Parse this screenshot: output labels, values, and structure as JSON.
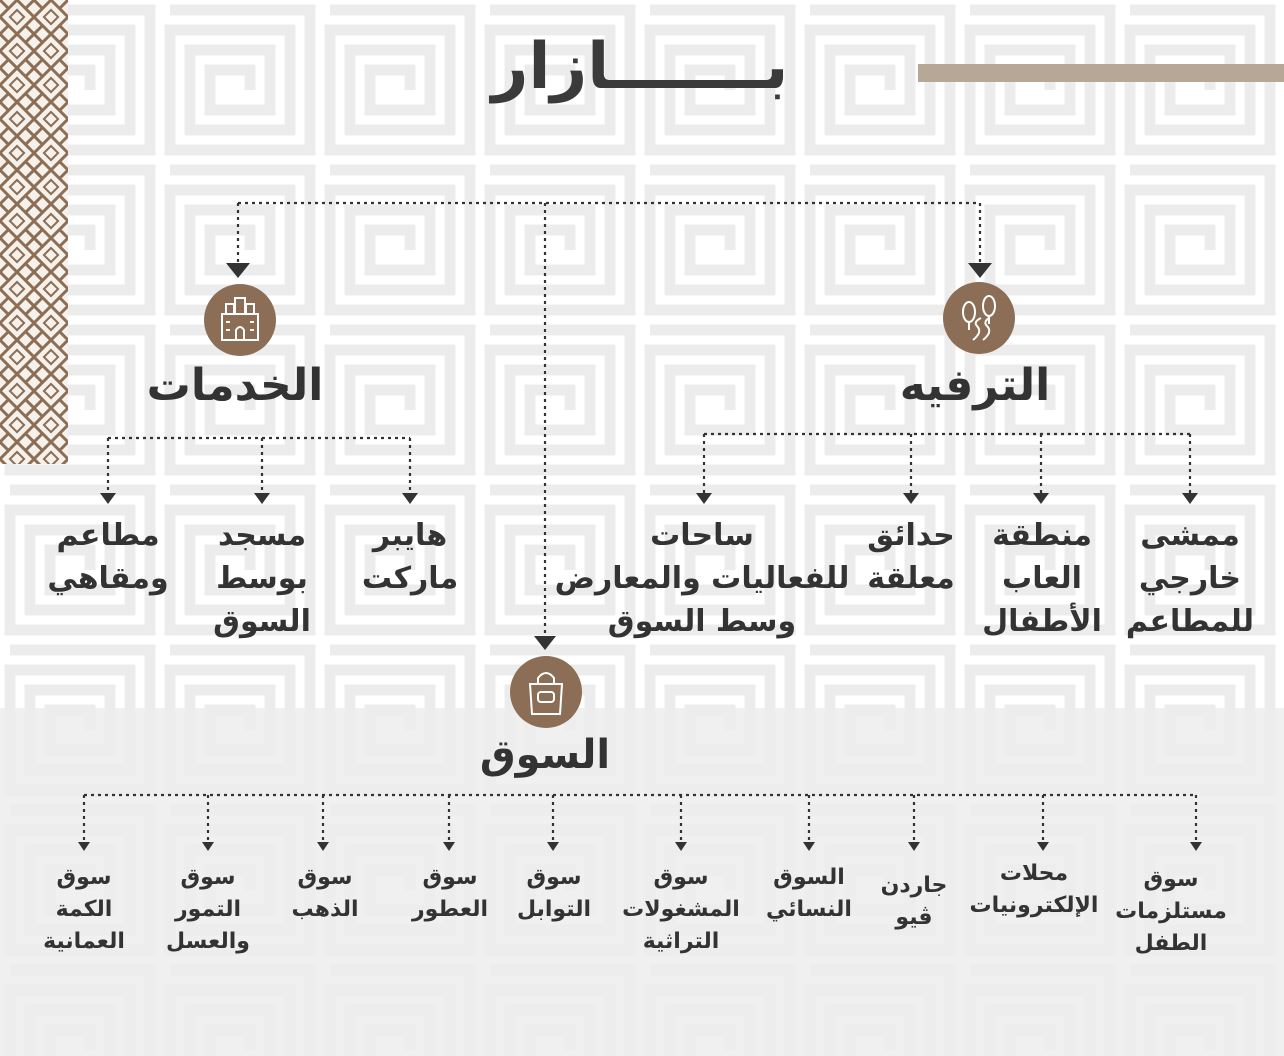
{
  "title": "بـــــــازار",
  "categories": {
    "services": {
      "label": "الخدمات",
      "icon": "castle-icon",
      "items": [
        "مطاعم\nومقاهي",
        "مسجد\nبوسط\nالسوق",
        "هايبر\nماركت"
      ]
    },
    "entertainment": {
      "label": "الترفيه",
      "icon": "garden-path-icon",
      "items": [
        "ساحات\nللفعاليات والمعارض\nوسط السوق",
        "حدائق\nمعلقة",
        "منطقة\nالعاب\nالأطفال",
        "ممشى\nخارجي\nللمطاعم"
      ]
    },
    "souq": {
      "label": "السوق",
      "icon": "shopping-bag-icon",
      "items": [
        "سوق\nالكمة\nالعمانية",
        "سوق\nالتمور\nوالعسل",
        "سوق\nالذهب",
        "سوق\nالعطور",
        "سوق\nالتوابل",
        "سوق\nالمشغولات\nالتراثية",
        "السوق\nالنسائي",
        "جاردن\nڤيو",
        "محلات\nالإلكترونيات",
        "سوق\nمستلزمات\nالطفل"
      ]
    }
  },
  "colors": {
    "accent": "#8b6e55",
    "title_bar": "#b7a796",
    "line": "#333333"
  }
}
